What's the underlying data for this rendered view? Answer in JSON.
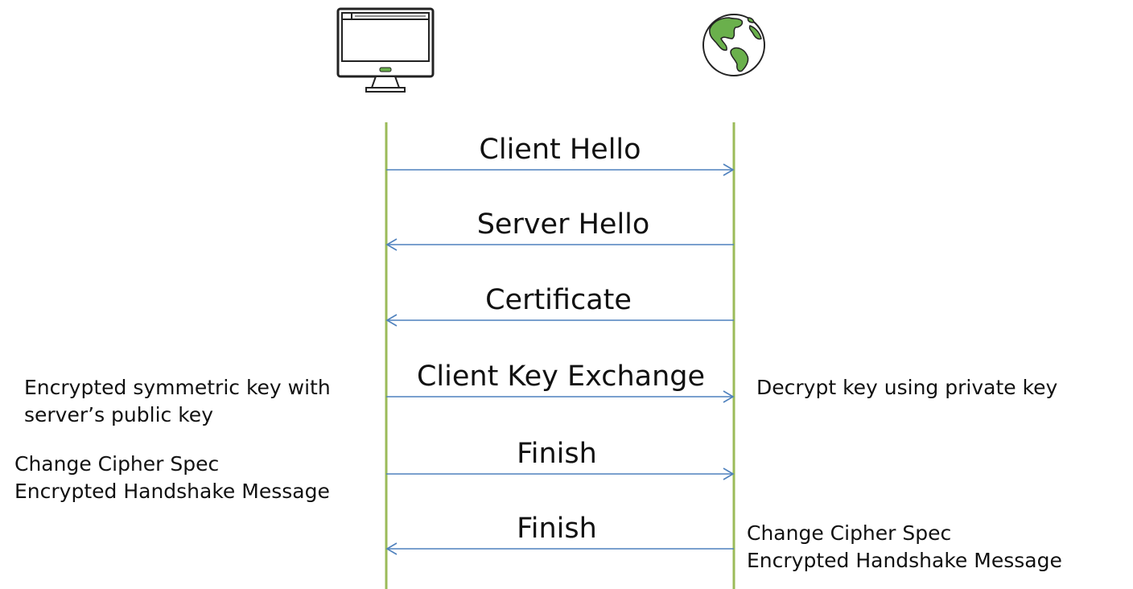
{
  "participants": {
    "client": {
      "icon": "desktop-computer-icon"
    },
    "server": {
      "icon": "globe-icon"
    }
  },
  "colors": {
    "lifeline": "#9bbb59",
    "arrow": "#4f81bd",
    "globe_land": "#6ab04c",
    "text": "#111111"
  },
  "messages": [
    {
      "label": "Client Hello",
      "from": "client",
      "to": "server"
    },
    {
      "label": "Server Hello",
      "from": "server",
      "to": "client"
    },
    {
      "label": "Certificate",
      "from": "server",
      "to": "client"
    },
    {
      "label": "Client Key Exchange",
      "from": "client",
      "to": "server"
    },
    {
      "label": "Finish",
      "from": "client",
      "to": "server"
    },
    {
      "label": "Finish",
      "from": "server",
      "to": "client"
    }
  ],
  "notes": {
    "client_key_exchange": [
      "Encrypted symmetric key with",
      "server’s public key"
    ],
    "server_decrypt": [
      "Decrypt key using private key"
    ],
    "client_finish": [
      "Change Cipher Spec",
      "Encrypted Handshake Message"
    ],
    "server_finish": [
      "Change Cipher Spec",
      "Encrypted Handshake Message"
    ]
  }
}
